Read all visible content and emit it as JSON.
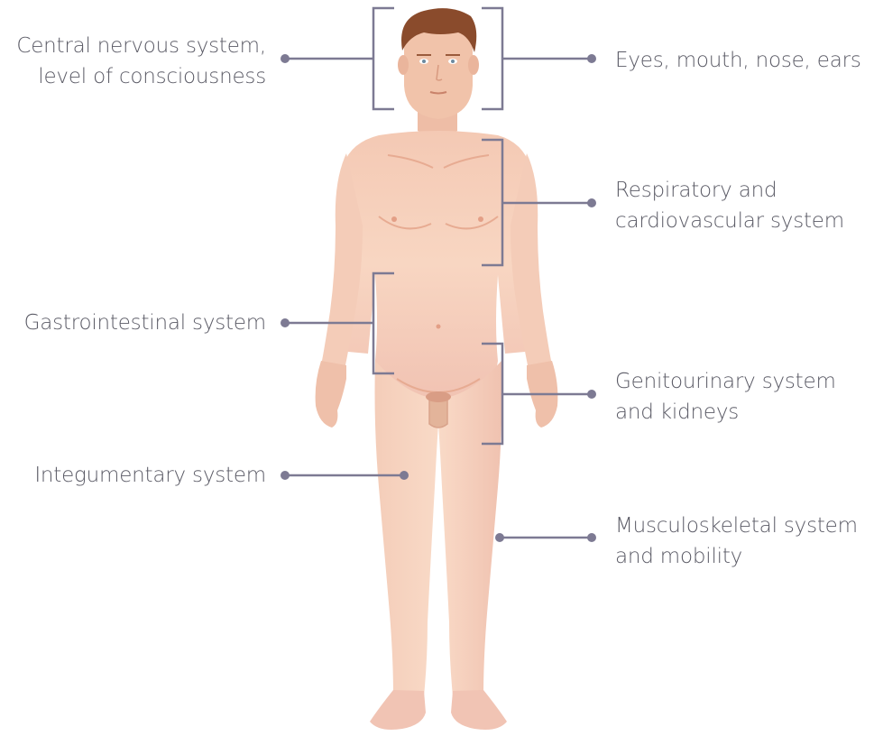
{
  "colors": {
    "leader": "#7d7a93",
    "skin_light": "#f6d2bf",
    "skin_mid": "#efbfa7",
    "skin_shade": "#e7ab92",
    "hair": "#8a4b2c",
    "text": "#5b5b66"
  },
  "labels": {
    "cns": {
      "line1": "Central nervous system,",
      "line2": "level of consciousness"
    },
    "eyes": {
      "line1": "Eyes, mouth, nose, ears"
    },
    "respiratory": {
      "line1": "Respiratory and",
      "line2": "cardiovascular system"
    },
    "gastro": {
      "line1": "Gastrointestinal system"
    },
    "genito": {
      "line1": "Genitourinary system",
      "line2": "and kidneys"
    },
    "integ": {
      "line1": "Integumentary system"
    },
    "musculo": {
      "line1": "Musculoskeletal system",
      "line2": "and mobility"
    }
  }
}
